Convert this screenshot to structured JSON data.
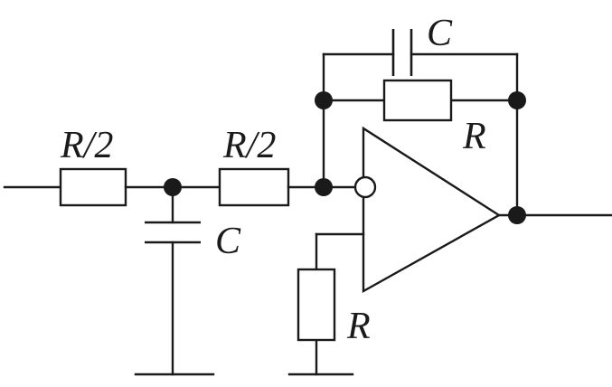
{
  "labels": {
    "input_resistor_1": "R/2",
    "input_resistor_2": "R/2",
    "shunt_capacitor": "C",
    "feedback_capacitor": "C",
    "feedback_resistor": "R",
    "ground_resistor": "R"
  }
}
